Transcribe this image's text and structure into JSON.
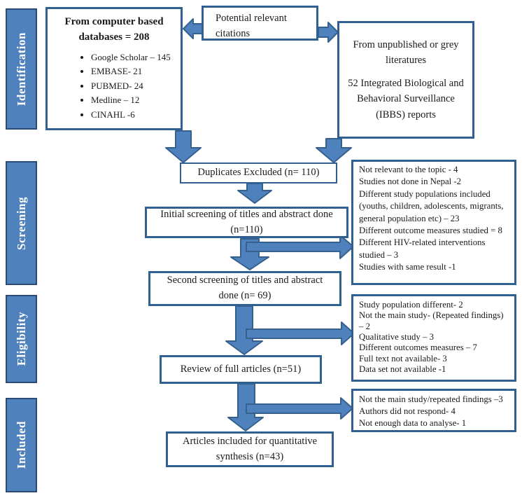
{
  "colors": {
    "arrow-fill": "#4f81bd",
    "arrow-stroke": "#36618e",
    "box-border": "#305f91",
    "sidebar-fill": "#4f81bd",
    "sidebar-border": "#2b4a75",
    "sidebar-text": "#ffffff",
    "text": "#1a1a1a"
  },
  "stages": {
    "identification": "Identification",
    "screening": "Screening",
    "eligibility": "Eligibility",
    "included": "Included"
  },
  "identification": {
    "databases_title": "From computer based databases = 208",
    "databases": [
      "Google Scholar – 145",
      "EMBASE- 21",
      "PUBMED- 24",
      "Medline – 12",
      "CINAHL -6"
    ],
    "citations_label": "Potential relevant citations",
    "grey_line1": "From unpublished or grey literatures",
    "grey_line2": "52 Integrated Biological and Behavioral Surveillance (IBBS) reports"
  },
  "flow": {
    "duplicates": "Duplicates Excluded (n= 110)",
    "initial_screening": "Initial screening of titles and abstract done (n=110)",
    "second_screening": "Second screening of titles and abstract done (n= 69)",
    "full_review": "Review of full articles (n=51)",
    "included": "Articles included for quantitative synthesis (n=43)"
  },
  "exclusions": {
    "screening": [
      "Not relevant to the topic - 4",
      "Studies not done in Nepal -2",
      "Different study populations included (youths, children, adolescents, migrants, general population etc) – 23",
      "Different outcome measures studied = 8",
      "Different HIV-related interventions studied – 3",
      "Studies with same result -1"
    ],
    "eligibility": [
      "Study population different- 2",
      "Not the main study- (Repeated findings) – 2",
      "Qualitative study – 3",
      "Different outcomes measures – 7",
      "Full text not available- 3",
      "Data set not available -1"
    ],
    "included": [
      "Not the main study/repeated findings –3",
      "Authors did not respond- 4",
      "Not enough data to analyse- 1"
    ]
  }
}
